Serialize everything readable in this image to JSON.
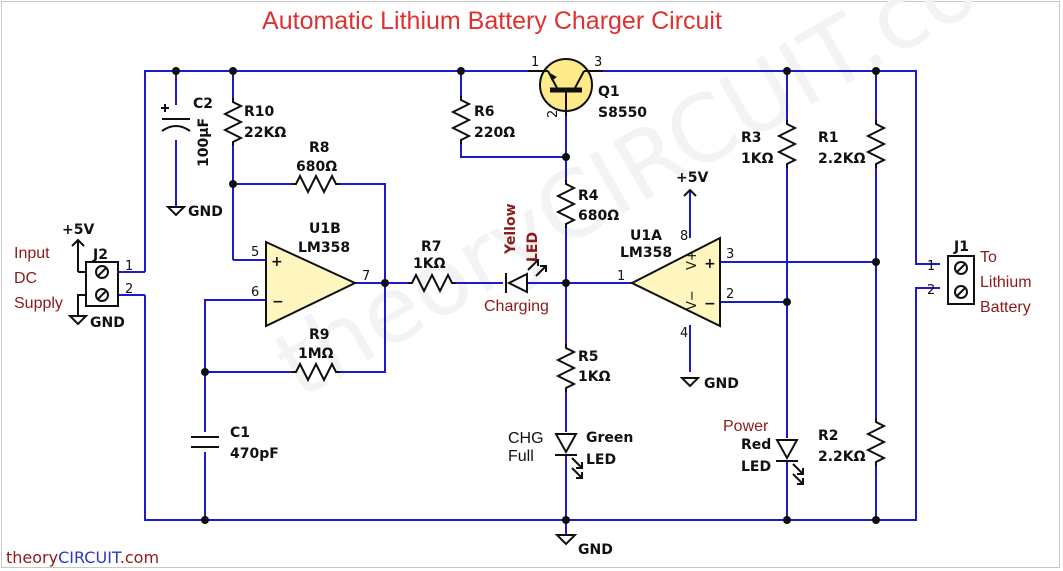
{
  "title": "Automatic Lithium Battery Charger Circuit",
  "watermark_bg": "theoryCIRCUIT.com",
  "footer": {
    "part1": "theory",
    "part2": "CIRCUIT",
    "part3": ".com"
  },
  "colors": {
    "title": "#e03030",
    "wire": "#1a1ad0",
    "label": "#8b1a1a",
    "component": "#101010",
    "ic_fill": "#fff5bf",
    "transistor_fill": "#ffea8a"
  },
  "input": {
    "line1": "Input",
    "line2": "DC",
    "line3": "Supply"
  },
  "output": {
    "line1": "To",
    "line2": "Lithium",
    "line3": "Battery"
  },
  "connectors": {
    "j2": {
      "ref": "J2",
      "pin1": "1",
      "pin2": "2",
      "vplus": "+5V",
      "gnd": "GND"
    },
    "j1": {
      "ref": "J1",
      "pin1": "1",
      "pin2": "2"
    }
  },
  "components": {
    "c2": {
      "ref": "C2",
      "value": "100µF",
      "gnd": "GND"
    },
    "r10": {
      "ref": "R10",
      "value": "22KΩ"
    },
    "r8": {
      "ref": "R8",
      "value": "680Ω"
    },
    "r6": {
      "ref": "R6",
      "value": "220Ω"
    },
    "q1": {
      "ref": "Q1",
      "value": "S8550",
      "pin1": "1",
      "pin2": "2",
      "pin3": "3"
    },
    "r4": {
      "ref": "R4",
      "value": "680Ω"
    },
    "r3": {
      "ref": "R3",
      "value": "1KΩ"
    },
    "r1": {
      "ref": "R1",
      "value": "2.2KΩ"
    },
    "u1b": {
      "ref": "U1B",
      "value": "LM358",
      "pin5": "5",
      "pin6": "6",
      "pin7": "7"
    },
    "r7": {
      "ref": "R7",
      "value": "1KΩ"
    },
    "yellow_led": {
      "line1": "Yellow",
      "line2": "LED",
      "note": "Charging"
    },
    "u1a": {
      "ref": "U1A",
      "value": "LM358",
      "pin1": "1",
      "pin2": "2",
      "pin3": "3",
      "pin4": "4",
      "pin8": "8",
      "vplus": "+5V",
      "gnd": "GND"
    },
    "r9": {
      "ref": "R9",
      "value": "1MΩ"
    },
    "r5": {
      "ref": "R5",
      "value": "1KΩ"
    },
    "c1": {
      "ref": "C1",
      "value": "470pF"
    },
    "green_led": {
      "note1": "CHG",
      "note2": "Full",
      "line1": "Green",
      "line2": "LED"
    },
    "red_led": {
      "note": "Power",
      "line1": "Red",
      "line2": "LED"
    },
    "r2": {
      "ref": "R2",
      "value": "2.2KΩ"
    },
    "main_gnd": {
      "label": "GND"
    }
  }
}
